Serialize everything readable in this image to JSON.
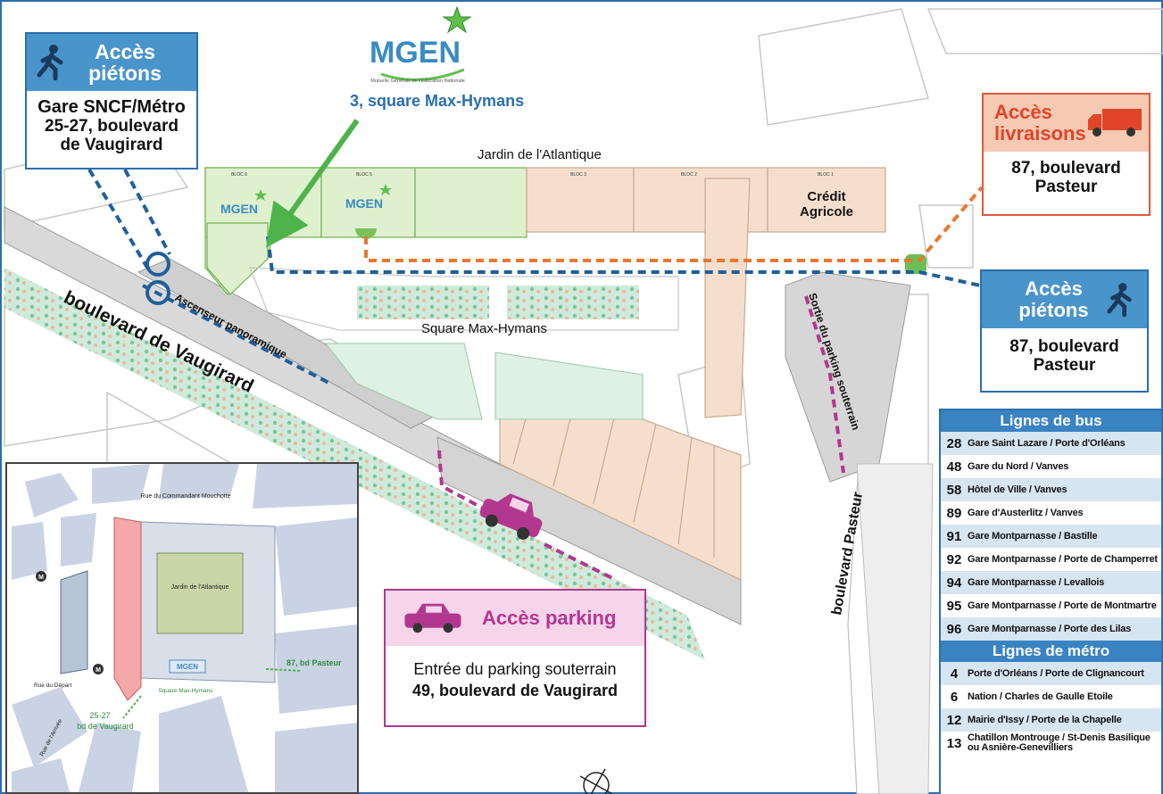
{
  "mgen_logo": {
    "name": "MGEN",
    "tagline": "Mutuelle Générale de l'Éducation Nationale",
    "address": "3, square Max-Hymans"
  },
  "access_pedestrian_left": {
    "title_line1": "Accès",
    "title_line2": "piétons",
    "line1": "Gare SNCF/Métro",
    "line2": "25-27, boulevard",
    "line3": "de Vaugirard"
  },
  "access_delivery": {
    "title_line1": "Accès",
    "title_line2": "livraisons",
    "line1": "87, boulevard",
    "line2": "Pasteur"
  },
  "access_pedestrian_right": {
    "title_line1": "Accès",
    "title_line2": "piétons",
    "line1": "87, boulevard",
    "line2": "Pasteur"
  },
  "access_parking": {
    "title": "Accès parking",
    "line1": "Entrée du parking souterrain",
    "line2": "49, boulevard de Vaugirard"
  },
  "map_labels": {
    "jardin": "Jardin de l'Atlantique",
    "square": "Square Max-Hymans",
    "credit_line1": "Crédit",
    "credit_line2": "Agricole",
    "bd_vaugirard": "boulevard de Vaugirard",
    "ascenseur": "Ascenseur panoramique",
    "bd_pasteur": "boulevard Pasteur",
    "sortie_parking": "Sortie du parking souterrain",
    "bloc6": "BLOC 6",
    "bloc5": "BLOC 5",
    "bloc3": "BLOC 3",
    "bloc2": "BLOC 2",
    "bloc1": "BLOC 1"
  },
  "bus_lines": {
    "title": "Lignes de bus",
    "rows": [
      {
        "num": "28",
        "route": "Gare Saint Lazare / Porte d'Orléans"
      },
      {
        "num": "48",
        "route": "Gare du Nord / Vanves"
      },
      {
        "num": "58",
        "route": "Hôtel de Ville / Vanves"
      },
      {
        "num": "89",
        "route": "Gare d'Austerlitz / Vanves"
      },
      {
        "num": "91",
        "route": "Gare Montparnasse / Bastille"
      },
      {
        "num": "92",
        "route": "Gare Montparnasse / Porte de Champerret"
      },
      {
        "num": "94",
        "route": "Gare Montparnasse / Levallois"
      },
      {
        "num": "95",
        "route": "Gare Montparnasse / Porte de Montmartre"
      },
      {
        "num": "96",
        "route": "Gare Montparnasse / Porte des Lilas"
      }
    ]
  },
  "metro_lines": {
    "title": "Lignes de métro",
    "rows": [
      {
        "num": "4",
        "route": "Porte d'Orléans / Porte de Clignancourt"
      },
      {
        "num": "6",
        "route": "Nation / Charles de Gaulle Etoile"
      },
      {
        "num": "12",
        "route": "Mairie d'Issy / Porte de la Chapelle"
      },
      {
        "num": "13",
        "route": "Chatillon Montrouge / St-Denis Basilique ou Asnière-Genevilliers"
      }
    ]
  },
  "inset_map": {
    "rue_commandant": "Rue du Commandant Mouchotte",
    "jardin": "Jardin de l'Atlantique",
    "pasteur": "87, bd Pasteur",
    "vaugirard_num": "25-27",
    "vaugirard_bd": "bd de Vaugirard",
    "square": "Square Max-Hymans",
    "mgen": "MGEN",
    "rue_depart": "Rue du Départ",
    "rue_arrivee": "Rue de l'Arrivée",
    "metro_symbol": "M"
  },
  "colors": {
    "pedestrian": "#1f5f9a",
    "delivery": "#e9772f",
    "parking": "#b2378f",
    "mgen_green": "#5fbf4a",
    "building_mgen": "#dff0cf",
    "building_other": "#f5dfcc",
    "road": "#d6d6d6"
  }
}
